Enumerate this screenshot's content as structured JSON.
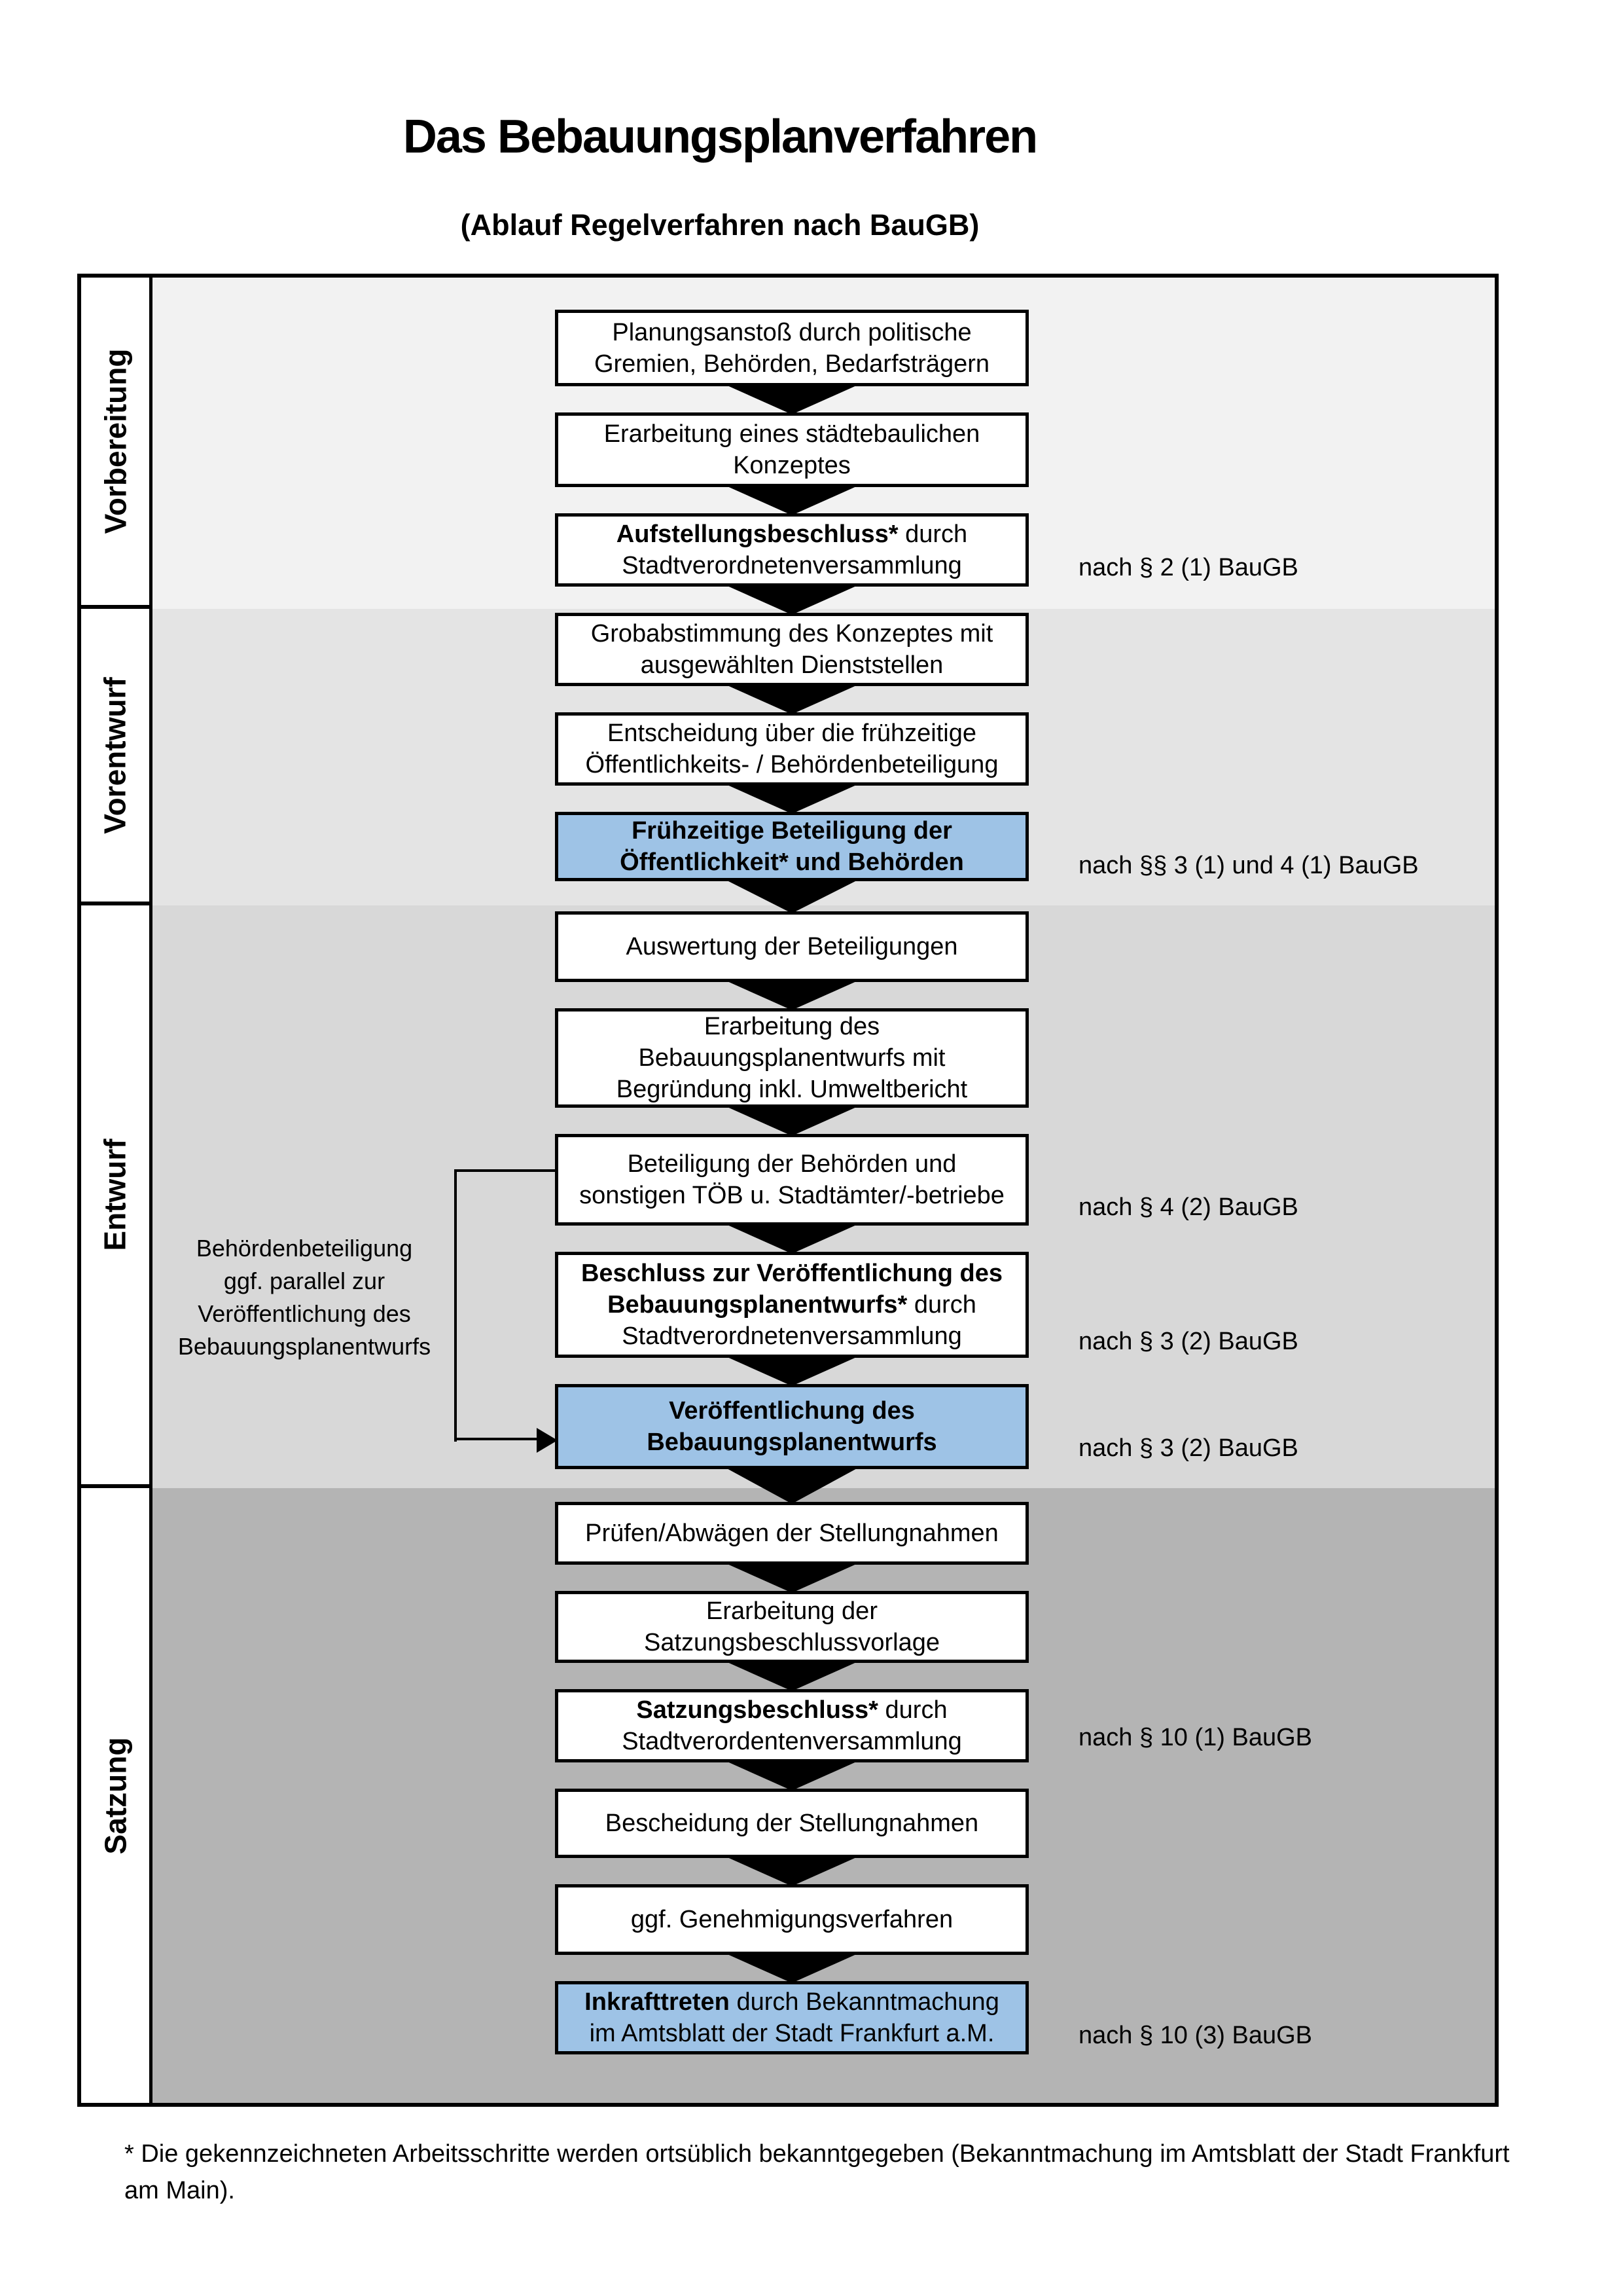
{
  "title": "Das Bebauungsplanverfahren",
  "subtitle": "(Ablauf Regelverfahren nach BauGB)",
  "colors": {
    "highlight_blue": "#9EC3E6",
    "box_border": "#000000",
    "band_colors": [
      "#F2F2F2",
      "#E4E4E4",
      "#D8D8D8",
      "#B4B4B4"
    ]
  },
  "phases": [
    {
      "label": "Vorbereitung"
    },
    {
      "label": "Vorentwurf"
    },
    {
      "label": "Entwurf"
    },
    {
      "label": "Satzung"
    }
  ],
  "boxes": [
    {
      "name": "planungsanstoss",
      "highlight": false,
      "lines": [
        [
          {
            "text": "Planungsanstoß durch politische",
            "bold": false
          }
        ],
        [
          {
            "text": "Gremien, Behörden, Bedarfsträgern",
            "bold": false
          }
        ]
      ]
    },
    {
      "name": "staedtebauliches-konzept",
      "highlight": false,
      "lines": [
        [
          {
            "text": "Erarbeitung eines städtebaulichen",
            "bold": false
          }
        ],
        [
          {
            "text": "Konzeptes",
            "bold": false
          }
        ]
      ]
    },
    {
      "name": "aufstellungsbeschluss",
      "highlight": false,
      "lines": [
        [
          {
            "text": "Aufstellungsbeschluss*",
            "bold": true
          },
          {
            "text": " durch",
            "bold": false
          }
        ],
        [
          {
            "text": "Stadtverordnetenversammlung",
            "bold": false
          }
        ]
      ]
    },
    {
      "name": "grobabstimmung",
      "highlight": false,
      "lines": [
        [
          {
            "text": "Grobabstimmung des Konzeptes mit",
            "bold": false
          }
        ],
        [
          {
            "text": "ausgewählten Dienststellen",
            "bold": false
          }
        ]
      ]
    },
    {
      "name": "entscheidung-fruehzeitige-beteiligung",
      "highlight": false,
      "lines": [
        [
          {
            "text": "Entscheidung über die frühzeitige",
            "bold": false
          }
        ],
        [
          {
            "text": "Öffentlichkeits- / Behördenbeteiligung",
            "bold": false
          }
        ]
      ]
    },
    {
      "name": "fruehzeitige-beteiligung",
      "highlight": true,
      "lines": [
        [
          {
            "text": "Frühzeitige Beteiligung der",
            "bold": true
          }
        ],
        [
          {
            "text": "Öffentlichkeit* und Behörden",
            "bold": true
          }
        ]
      ]
    },
    {
      "name": "auswertung-beteiligungen",
      "highlight": false,
      "lines": [
        [
          {
            "text": "Auswertung der Beteiligungen",
            "bold": false
          }
        ]
      ]
    },
    {
      "name": "erarbeitung-bebauungsplanentwurf",
      "highlight": false,
      "lines": [
        [
          {
            "text": "Erarbeitung des",
            "bold": false
          }
        ],
        [
          {
            "text": "Bebauungsplanentwurfs mit",
            "bold": false
          }
        ],
        [
          {
            "text": "Begründung inkl. Umweltbericht",
            "bold": false
          }
        ]
      ]
    },
    {
      "name": "beteiligung-behoerden-toeb",
      "highlight": false,
      "lines": [
        [
          {
            "text": "Beteiligung der Behörden und",
            "bold": false
          }
        ],
        [
          {
            "text": "sonstigen TÖB u. Stadtämter/-betriebe",
            "bold": false
          }
        ]
      ]
    },
    {
      "name": "beschluss-veroeffentlichung",
      "highlight": false,
      "lines": [
        [
          {
            "text": "Beschluss zur Veröffentlichung des",
            "bold": true
          }
        ],
        [
          {
            "text": "Bebauungsplanentwurfs*",
            "bold": true
          },
          {
            "text": " durch",
            "bold": false
          }
        ],
        [
          {
            "text": "Stadtverordnetenversammlung",
            "bold": false
          }
        ]
      ]
    },
    {
      "name": "veroeffentlichung-entwurf",
      "highlight": true,
      "lines": [
        [
          {
            "text": "Veröffentlichung des",
            "bold": true
          }
        ],
        [
          {
            "text": "Bebauungsplanentwurfs",
            "bold": true
          }
        ]
      ]
    },
    {
      "name": "pruefen-abwaegen",
      "highlight": false,
      "lines": [
        [
          {
            "text": "Prüfen/Abwägen der Stellungnahmen",
            "bold": false
          }
        ]
      ]
    },
    {
      "name": "satzungsbeschlussvorlage",
      "highlight": false,
      "lines": [
        [
          {
            "text": "Erarbeitung der",
            "bold": false
          }
        ],
        [
          {
            "text": "Satzungsbeschlussvorlage",
            "bold": false
          }
        ]
      ]
    },
    {
      "name": "satzungsbeschluss",
      "highlight": false,
      "lines": [
        [
          {
            "text": "Satzungsbeschluss*",
            "bold": true
          },
          {
            "text": " durch",
            "bold": false
          }
        ],
        [
          {
            "text": "Stadtverordentenversammlung",
            "bold": false
          }
        ]
      ]
    },
    {
      "name": "bescheidung-stellungnahmen",
      "highlight": false,
      "lines": [
        [
          {
            "text": "Bescheidung der Stellungnahmen",
            "bold": false
          }
        ]
      ]
    },
    {
      "name": "genehmigungsverfahren",
      "highlight": false,
      "lines": [
        [
          {
            "text": "ggf. Genehmigungsverfahren",
            "bold": false
          }
        ]
      ]
    },
    {
      "name": "inkrafttreten",
      "highlight": true,
      "lines": [
        [
          {
            "text": "Inkrafttreten",
            "bold": true
          },
          {
            "text": " durch Bekanntmachung",
            "bold": false
          }
        ],
        [
          {
            "text": "im Amtsblatt der Stadt Frankfurt a.M.",
            "bold": false
          }
        ]
      ]
    }
  ],
  "notes": [
    {
      "text": "nach § 2 (1) BauGB"
    },
    {
      "text": "nach §§ 3 (1) und 4 (1) BauGB"
    },
    {
      "text": "nach § 4 (2) BauGB"
    },
    {
      "text": "nach § 3 (2) BauGB"
    },
    {
      "text": "nach § 3 (2) BauGB"
    },
    {
      "text": "nach § 10 (1) BauGB"
    },
    {
      "text": "nach § 10 (3) BauGB"
    }
  ],
  "side_note": {
    "lines": [
      "Behördenbeteiligung",
      "ggf. parallel zur",
      "Veröffentlichung des",
      "Bebauungsplanentwurfs"
    ]
  },
  "footnote": "* Die gekennzeichneten Arbeitsschritte werden ortsüblich bekanntgegeben (Bekanntmachung im Amtsblatt  der Stadt Frankfurt am Main)."
}
